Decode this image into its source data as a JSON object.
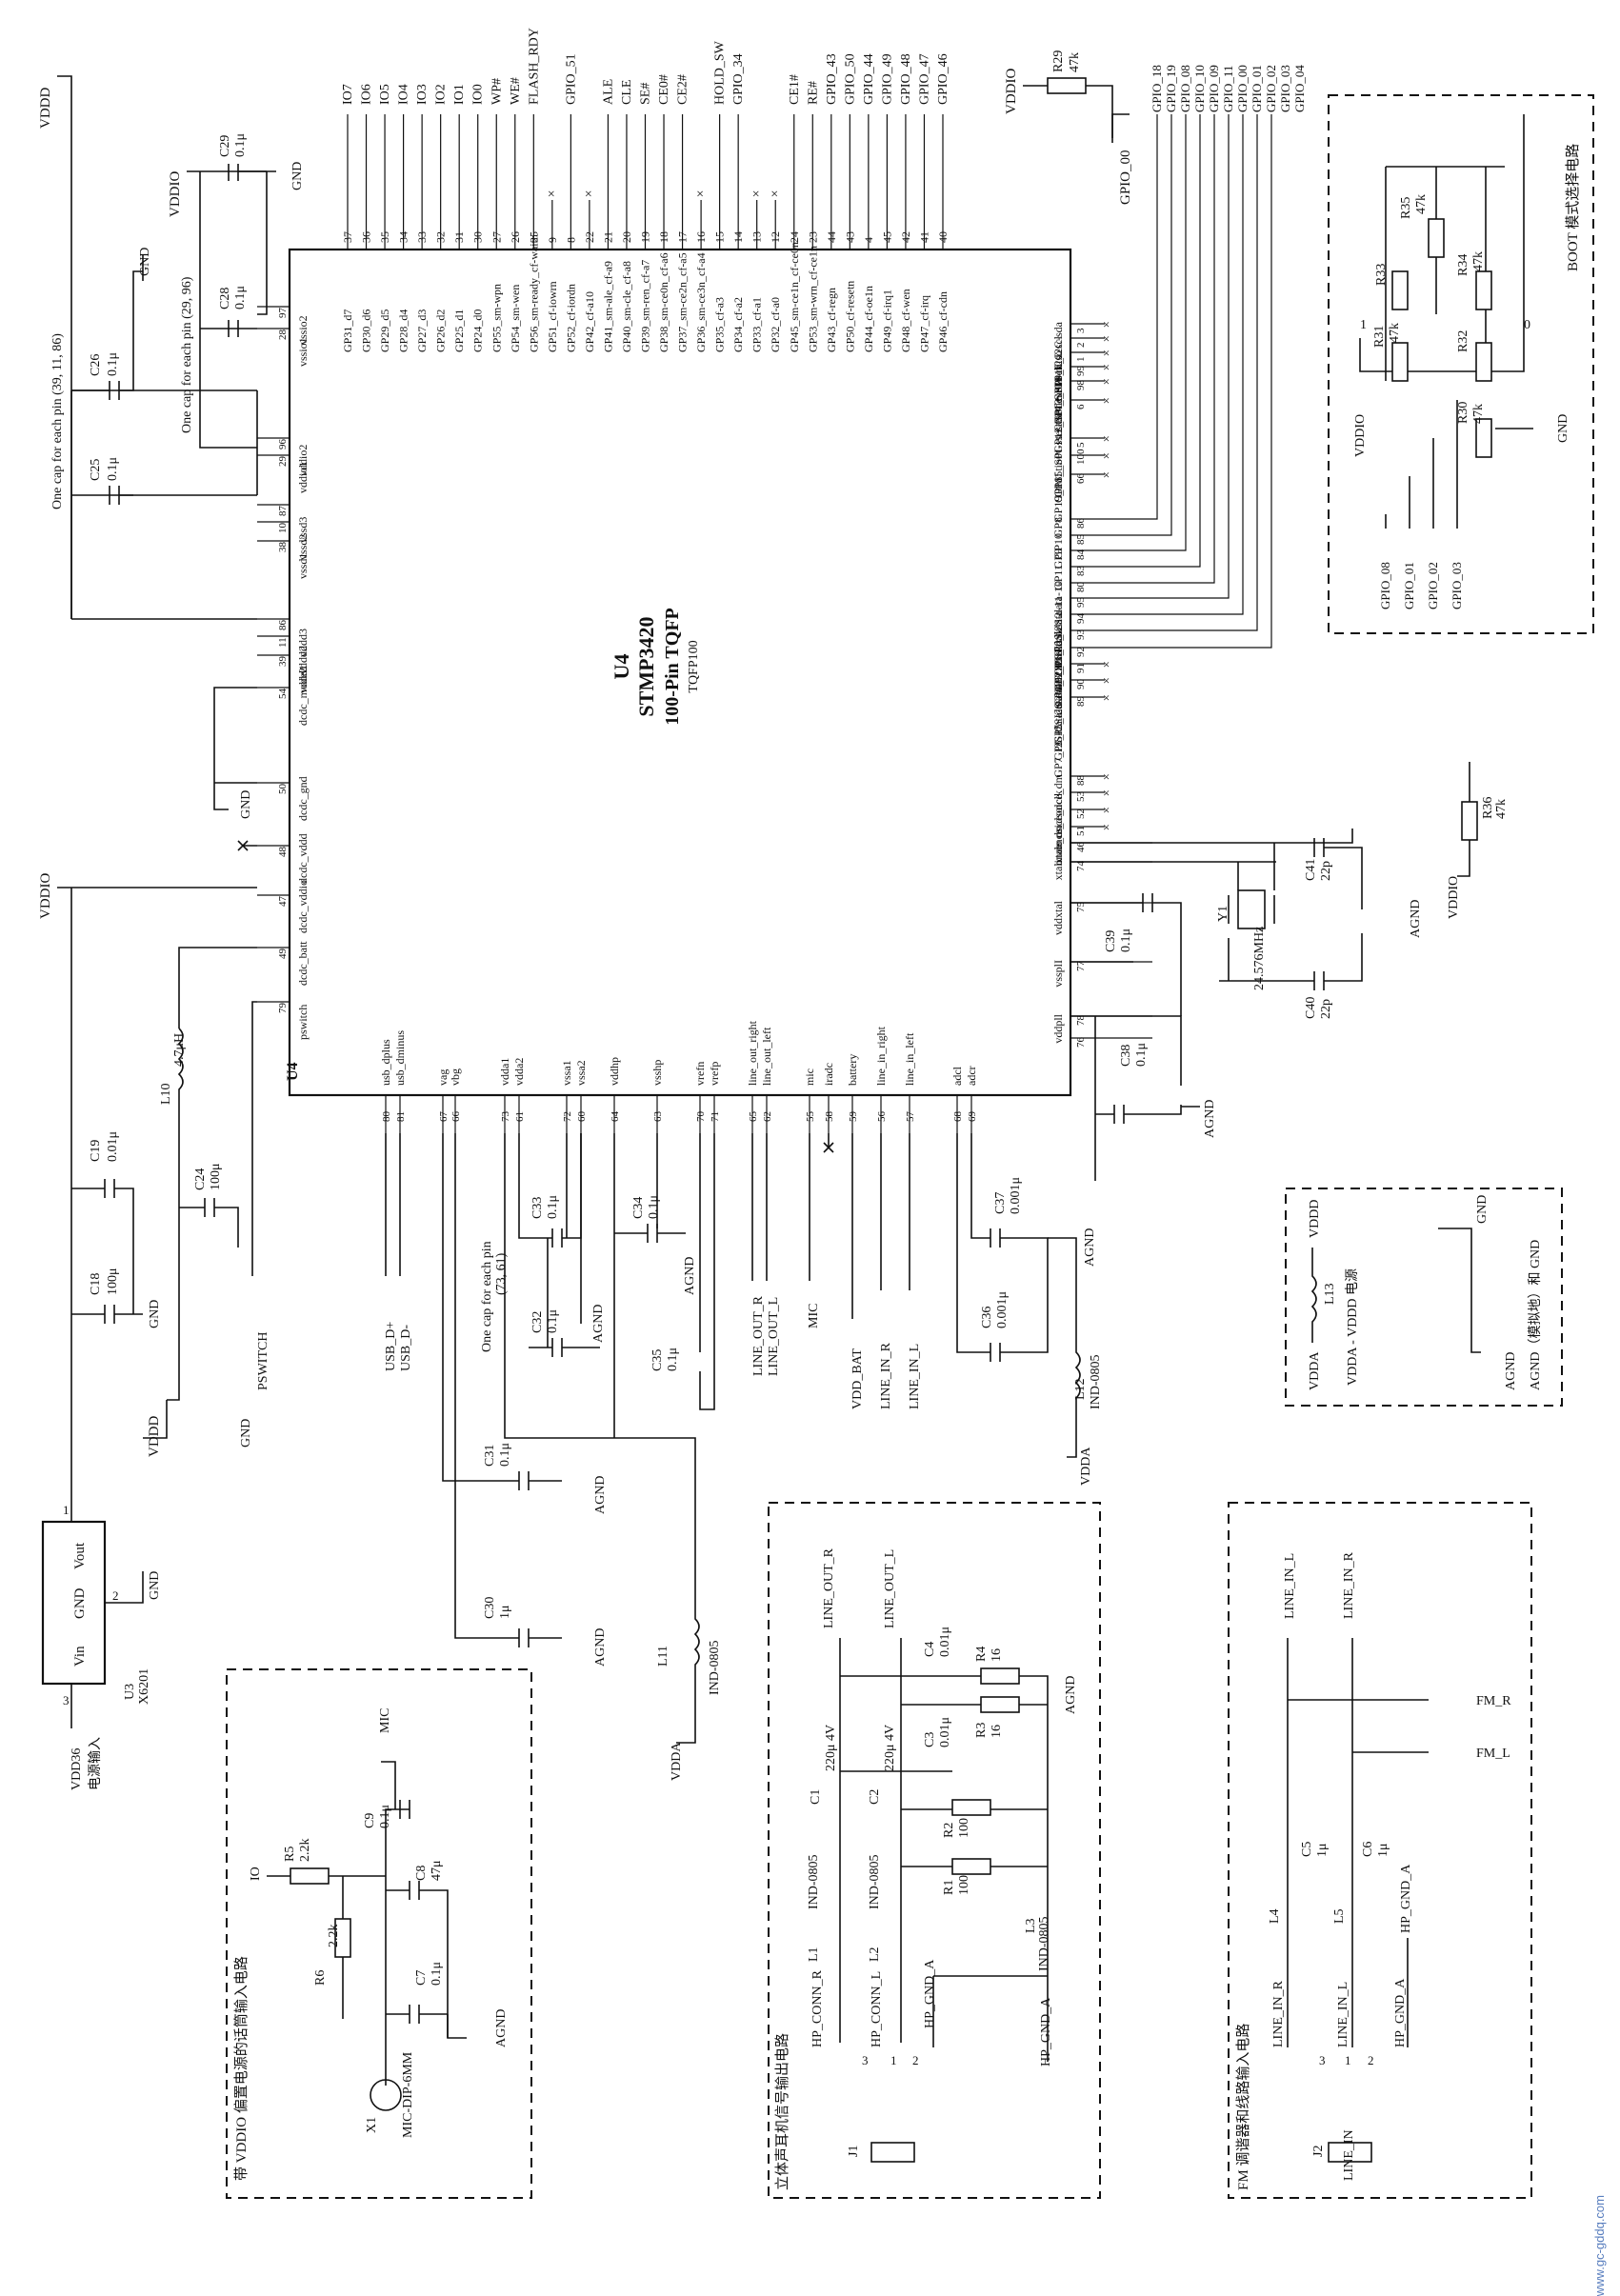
{
  "chip": {
    "ref": "U4",
    "part": "STMP3420",
    "pkg": "100-Pin TQFP",
    "pkg2": "TQFP100",
    "ref_corner": "U4"
  },
  "notes": {
    "cap_each_pin_a": "One cap for each pin (39, 11, 86)",
    "cap_each_pin_b": "One cap for each pin (29, 96)",
    "cap_each_pin_c": "One cap for each pin",
    "cap_each_pin_c2": "(73, 61)"
  },
  "top_pins": [
    {
      "pin": "37",
      "name": "GP31_d7",
      "net": "IO7"
    },
    {
      "pin": "36",
      "name": "GP30_d6",
      "net": "IO6"
    },
    {
      "pin": "35",
      "name": "GP29_d5",
      "net": "IO5"
    },
    {
      "pin": "34",
      "name": "GP28_d4",
      "net": "IO4"
    },
    {
      "pin": "33",
      "name": "GP27_d3",
      "net": "IO3"
    },
    {
      "pin": "32",
      "name": "GP26_d2",
      "net": "IO2"
    },
    {
      "pin": "31",
      "name": "GP25_d1",
      "net": "IO1"
    },
    {
      "pin": "30",
      "name": "GP24_d0",
      "net": "IO0"
    },
    {
      "pin": "27",
      "name": "GP55_sm-wpn",
      "net": "WP#"
    },
    {
      "pin": "26",
      "name": "GP54_sm-wen",
      "net": "WE#"
    },
    {
      "pin": "25",
      "name": "GP56_sm-ready_cf-waitn",
      "net": "FLASH_RDY"
    },
    {
      "pin": "9",
      "name": "GP51_cf-iowrn",
      "net": ""
    },
    {
      "pin": "8",
      "name": "GP52_cf-iordn",
      "net": "GPIO_51"
    },
    {
      "pin": "22",
      "name": "GP42_cf-a10",
      "net": ""
    },
    {
      "pin": "21",
      "name": "GP41_sm-ale_cf-a9",
      "net": "ALE"
    },
    {
      "pin": "20",
      "name": "GP40_sm-cle_cf-a8",
      "net": "CLE"
    },
    {
      "pin": "19",
      "name": "GP39_sm-ren_cf-a7",
      "net": "SE#"
    },
    {
      "pin": "18",
      "name": "GP38_sm-ce0n_cf-a6",
      "net": "CE0#"
    },
    {
      "pin": "17",
      "name": "GP37_sm-ce2n_cf-a5",
      "net": "CE2#"
    },
    {
      "pin": "16",
      "name": "GP36_sm-ce3n_cf-a4",
      "net": ""
    },
    {
      "pin": "15",
      "name": "GP35_cf-a3",
      "net": "HOLD_SW"
    },
    {
      "pin": "14",
      "name": "GP34_cf-a2",
      "net": "GPIO_34"
    },
    {
      "pin": "13",
      "name": "GP33_cf-a1",
      "net": ""
    },
    {
      "pin": "12",
      "name": "GP32_cf-a0",
      "net": ""
    },
    {
      "pin": "24",
      "name": "GP45_sm-ce1n_cf-ce0n",
      "net": "CE1#"
    },
    {
      "pin": "23",
      "name": "GP53_sm-wrn_cf-ce1n",
      "net": "RE#"
    },
    {
      "pin": "44",
      "name": "GP43_cf-regn",
      "net": "GPIO_43"
    },
    {
      "pin": "43",
      "name": "GP50_cf-resetn",
      "net": "GPIO_50"
    },
    {
      "pin": "4",
      "name": "GP44_cf-oe1n",
      "net": "GPIO_44"
    },
    {
      "pin": "45",
      "name": "GP49_cf-irq1",
      "net": "GPIO_49"
    },
    {
      "pin": "42",
      "name": "GP48_cf-wen",
      "net": "GPIO_48"
    },
    {
      "pin": "41",
      "name": "GP47_cf-irq",
      "net": "GPIO_47"
    },
    {
      "pin": "40",
      "name": "GP46_cf-cdn",
      "net": "GPIO_46"
    }
  ],
  "left_pins": [
    {
      "pin": "97",
      "name": "vssio2"
    },
    {
      "pin": "28",
      "name": "vssio1"
    },
    {
      "pin": "96",
      "name": "vddio2"
    },
    {
      "pin": "29",
      "name": "vddio1"
    },
    {
      "pin": "87",
      "name": "vssd3"
    },
    {
      "pin": "10",
      "name": "vssd2"
    },
    {
      "pin": "38",
      "name": "vssd1"
    },
    {
      "pin": "86",
      "name": "vddd3"
    },
    {
      "pin": "11",
      "name": "vddd2"
    },
    {
      "pin": "39",
      "name": "vddd1"
    },
    {
      "pin": "54",
      "name": "dcdc_mode2"
    },
    {
      "pin": "50",
      "name": "dcdc_gnd"
    },
    {
      "pin": "48",
      "name": "dcdc_vddd"
    },
    {
      "pin": "47",
      "name": "dcdc_vddio"
    },
    {
      "pin": "49",
      "name": "dcdc_batt"
    },
    {
      "pin": "79",
      "name": "pswitch"
    }
  ],
  "right_pins": [
    {
      "pin": "3",
      "name": "GP17_I2C-sda"
    },
    {
      "pin": "2",
      "name": "GP16_I2C-scl"
    },
    {
      "pin": "1",
      "name": "GP13_SPI-miso"
    },
    {
      "pin": "99",
      "name": "GP14_SPI-sck"
    },
    {
      "pin": "98",
      "name": "GP12_SPI-mosi"
    },
    {
      "pin": "6",
      "name": "testmode"
    },
    {
      "pin": "5",
      "name": "GP15_SPI-ss"
    },
    {
      "pin": "100",
      "name": "GP18_tio0"
    },
    {
      "pin": "66",
      "name": "GP19_tio1"
    },
    {
      "pin": "86",
      "name": "GP8"
    },
    {
      "pin": "85",
      "name": "GP10"
    },
    {
      "pin": "84",
      "name": "GP9"
    },
    {
      "pin": "83",
      "name": "GP11"
    },
    {
      "pin": "80",
      "name": "GP0_I2S-data-10"
    },
    {
      "pin": "95",
      "name": "GP1_I2S-data-11"
    },
    {
      "pin": "94",
      "name": "GP2_I2S-data-12"
    },
    {
      "pin": "93",
      "name": "GP3_I2S-lrclk"
    },
    {
      "pin": "92",
      "name": "GP4_I2S-sck"
    },
    {
      "pin": "91",
      "name": "GP5_I2S-data-O0"
    },
    {
      "pin": "90",
      "name": "GP6_I2S-data-O1"
    },
    {
      "pin": "89",
      "name": "GP7_I2S-data-O2"
    },
    {
      "pin": "88",
      "name": "once_dm"
    },
    {
      "pin": "53",
      "name": "once_dclk"
    },
    {
      "pin": "52",
      "name": "once_dso"
    },
    {
      "pin": "51",
      "name": "once_dsi"
    },
    {
      "pin": "46",
      "name": "xtalo"
    },
    {
      "pin": "74",
      "name": "xtali"
    },
    {
      "pin": "75",
      "name": "vddxtal"
    },
    {
      "pin": "77",
      "name": "vssplI"
    },
    {
      "pin": "78",
      "name": "vddpll"
    },
    {
      "pin": "76",
      "name": ""
    }
  ],
  "bottom_pins": [
    {
      "pin": "80",
      "name": "usb_dplus",
      "net": "USB_D+"
    },
    {
      "pin": "81",
      "name": "usb_dminus",
      "net": "USB_D-"
    },
    {
      "pin": "67",
      "name": "vag",
      "net": ""
    },
    {
      "pin": "66",
      "name": "vbg",
      "net": ""
    },
    {
      "pin": "73",
      "name": "vdda1",
      "net": ""
    },
    {
      "pin": "61",
      "name": "vdda2",
      "net": ""
    },
    {
      "pin": "72",
      "name": "vssa1",
      "net": ""
    },
    {
      "pin": "60",
      "name": "vssa2",
      "net": ""
    },
    {
      "pin": "64",
      "name": "vddhp",
      "net": ""
    },
    {
      "pin": "63",
      "name": "vsshp",
      "net": ""
    },
    {
      "pin": "70",
      "name": "vrefn",
      "net": ""
    },
    {
      "pin": "71",
      "name": "vrefp",
      "net": ""
    },
    {
      "pin": "65",
      "name": "line_out_right",
      "net": "LINE_OUT_R"
    },
    {
      "pin": "62",
      "name": "line_out_left",
      "net": "LINE_OUT_L"
    },
    {
      "pin": "55",
      "name": "mic",
      "net": "MIC"
    },
    {
      "pin": "58",
      "name": "iradc",
      "net": ""
    },
    {
      "pin": "59",
      "name": "battery",
      "net": "VDD_BAT"
    },
    {
      "pin": "56",
      "name": "line_in_right",
      "net": "LINE_IN_R"
    },
    {
      "pin": "57",
      "name": "line_in_left",
      "net": "LINE_IN_L"
    },
    {
      "pin": "68",
      "name": "adcl",
      "net": ""
    },
    {
      "pin": "69",
      "name": "adcr",
      "net": ""
    }
  ],
  "gpio_top_right": [
    "GPIO_18",
    "GPIO_19",
    "GPIO_08",
    "GPIO_10",
    "GPIO_09",
    "GPIO_11",
    "GPIO_00",
    "GPIO_01",
    "GPIO_02",
    "GPIO_03",
    "GPIO_04"
  ],
  "labels": {
    "vddd": "VDDD",
    "vddio": "VDDIO",
    "gnd": "GND",
    "agnd": "AGND",
    "vdda": "VDDA",
    "gpio00": "GPIO_00",
    "pswitch": "PSWITCH",
    "vdd36": "VDD36",
    "power_in": "电源输入"
  },
  "components": {
    "C29": {
      "ref": "C29",
      "val": "0.1μ"
    },
    "C28": {
      "ref": "C28",
      "val": "0.1μ"
    },
    "C26": {
      "ref": "C26",
      "val": "0.1μ"
    },
    "C25": {
      "ref": "C25",
      "val": "0.1μ"
    },
    "C19": {
      "ref": "C19",
      "val": "0.01μ"
    },
    "C18": {
      "ref": "C18",
      "val": "100μ"
    },
    "C24": {
      "ref": "C24",
      "val": "100μ"
    },
    "L10": {
      "ref": "L10",
      "val": "4.7μH"
    },
    "C33": {
      "ref": "C33",
      "val": "0.1μ"
    },
    "C34": {
      "ref": "C34",
      "val": "0.1μ"
    },
    "C32": {
      "ref": "C32",
      "val": "0.1μ"
    },
    "C35": {
      "ref": "C35",
      "val": "0.1μ"
    },
    "C31": {
      "ref": "C31",
      "val": "0.1μ"
    },
    "C30": {
      "ref": "C30",
      "val": "1μ"
    },
    "L11": {
      "ref": "L11",
      "val": "IND-0805"
    },
    "C37": {
      "ref": "C37",
      "val": "0.001μ"
    },
    "C36": {
      "ref": "C36",
      "val": "0.001μ"
    },
    "L12": {
      "ref": "L12",
      "val": "IND-0805"
    },
    "C38": {
      "ref": "C38",
      "val": "0.1μ"
    },
    "C39": {
      "ref": "C39",
      "val": "0.1μ"
    },
    "C40": {
      "ref": "C40",
      "val": "22p"
    },
    "C41": {
      "ref": "C41",
      "val": "22p"
    },
    "Y1": {
      "ref": "Y1",
      "val": "24.576MHz"
    },
    "R36": {
      "ref": "R36",
      "val": "47k"
    },
    "R29": {
      "ref": "R29",
      "val": "47k"
    },
    "U3": {
      "ref": "U3",
      "val": "X6201"
    }
  },
  "boot_box": {
    "title": "BOOT 模式选择电路",
    "R35": "R35",
    "R35v": "47k",
    "R33": "R33",
    "R34": "R34",
    "R34v": "47k",
    "R31": "R31",
    "R31v": "47k",
    "R32": "R32",
    "R30": "R30",
    "R30v": "47k",
    "one": "1",
    "zero": "0",
    "gpios": [
      "GPIO_08",
      "GPIO_01",
      "GPIO_02",
      "GPIO_03"
    ]
  },
  "legend_box": {
    "vdda": "VDDA",
    "vddd": "VDDD",
    "l13": "L13",
    "gnd": "GND",
    "agnd": "AGND",
    "text1": "VDDA - VDDD 电源",
    "text2": "AGND（模拟地）和 GND"
  },
  "regulator": {
    "vout": "Vout",
    "vin": "Vin",
    "gnd": "GND",
    "p1": "1",
    "p2": "2",
    "p3": "3"
  },
  "mic_box": {
    "title": "带 VDDIO 偏置电源的话筒输入电路",
    "io": "IO",
    "mic": "MIC",
    "R5": "R5",
    "R5v": "2.2k",
    "R6": "R6",
    "R6v": "2.2k",
    "C9": "C9",
    "C9v": "0.1μ",
    "C8": "C8",
    "C8v": "47μ",
    "C7": "C7",
    "C7v": "0.1μ",
    "X1": "X1",
    "X1v": "MIC-DIP-6MM",
    "agnd": "AGND"
  },
  "hp_box": {
    "title": "立体声耳机信号输出电路",
    "lor": "LINE_OUT_R",
    "lol": "LINE_OUT_L",
    "C1": "C1",
    "C1v": "220μ 4V",
    "C2": "C2",
    "C2v": "220μ 4V",
    "C3": "C3",
    "C3v": "0.01μ",
    "C4": "C4",
    "C4v": "0.01μ",
    "R1": "R1",
    "R1v": "100",
    "R2": "R2",
    "R2v": "100",
    "R3": "R3",
    "R3v": "16",
    "R4": "R4",
    "R4v": "16",
    "L1": "L1",
    "L1v": "IND-0805",
    "L2": "L2",
    "L2v": "IND-0805",
    "L3": "L3",
    "L3v": "IND-0805",
    "hcr": "HP_CONN_R",
    "hcl": "HP_CONN_L",
    "hpga": "HP_GND_A",
    "hpga2": "HP_GND_A",
    "J1": "J1",
    "agnd": "AGND",
    "p1": "1",
    "p2": "2",
    "p3": "3"
  },
  "fm_box": {
    "title": "FM 调谐器和线路输入电路",
    "lil": "LINE_IN_L",
    "lir": "LINE_IN_R",
    "fmr": "FM_R",
    "fml": "FM_L",
    "C5": "C5",
    "C5v": "1μ",
    "C6": "C6",
    "C6v": "1μ",
    "L4": "L4",
    "L5": "L5",
    "hpga": "HP_GND_A",
    "lir2": "LINE_IN_R",
    "lil2": "LINE_IN_L",
    "hpga2": "HP_GND_A",
    "linein": "LINE_IN",
    "J2": "J2",
    "p1": "1",
    "p2": "2",
    "p3": "3"
  },
  "watermark": "www.gc-gddq.com"
}
